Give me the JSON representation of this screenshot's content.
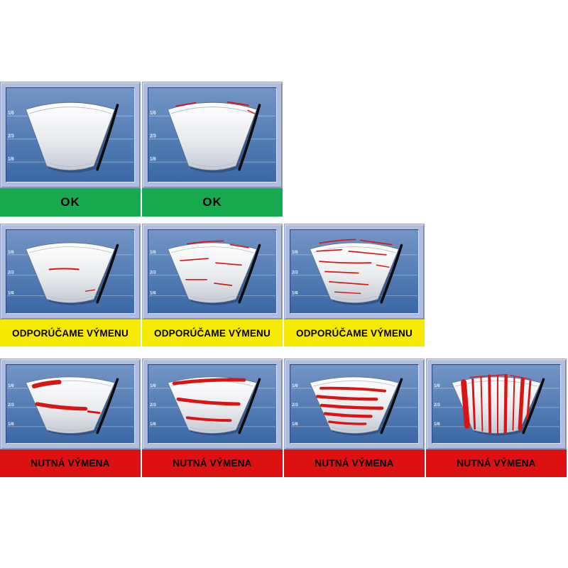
{
  "scale_labels": [
    "1/6",
    "2/3",
    "1/6"
  ],
  "colors": {
    "page_bg": "#ffffff",
    "panel_bg": "#b2bedf",
    "panel_border": "#8d9cc4",
    "screen_top": "#7395c6",
    "screen_bottom": "#3a68a5",
    "streak": "#d81414",
    "blade": "#0a0a0a",
    "label_text": "#000000"
  },
  "rows": [
    {
      "status": "ok",
      "label": "OK",
      "label_bg": "#17a94d",
      "cells": [
        {
          "condition": "clean",
          "description": "no streaks"
        },
        {
          "condition": "light-edge-marks",
          "description": "faint red marks at top edge"
        }
      ]
    },
    {
      "status": "recommend-replacement",
      "label": "ODPORÚČAME VÝMENU",
      "label_bg": "#f6ea00",
      "cells": [
        {
          "condition": "single-streak",
          "description": "one thin streak in sweep"
        },
        {
          "condition": "several-thin-streaks",
          "description": "several thin streaks"
        },
        {
          "condition": "many-thin-streaks",
          "description": "many thin streaks"
        }
      ]
    },
    {
      "status": "replacement-required",
      "label": "NUTNÁ VÝMENA",
      "label_bg": "#dd1111",
      "cells": [
        {
          "condition": "thick-smears",
          "description": "thick red smears"
        },
        {
          "condition": "wide-smears",
          "description": "long wide smears across sweep"
        },
        {
          "condition": "dense-smears",
          "description": "dense heavy smears"
        },
        {
          "condition": "vertical-smears",
          "description": "vertical smears over whole sweep"
        }
      ]
    }
  ]
}
